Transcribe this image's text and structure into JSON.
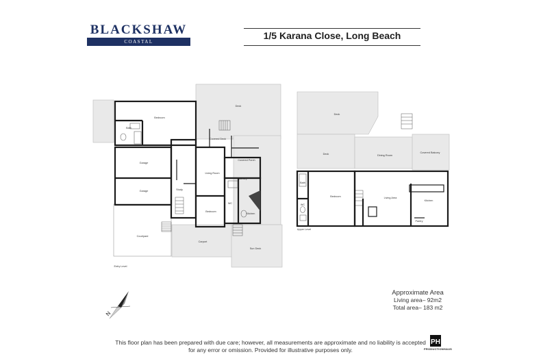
{
  "brand": {
    "name": "BLACKSHAW",
    "tagline": "COASTAL",
    "navy": "#1e3163"
  },
  "property": {
    "address": "1/5 Karana Close, Long Beach"
  },
  "lower_floor": {
    "labels": {
      "bedroom_top": "Bedroom",
      "bath": "Bath",
      "garage_1": "Garage",
      "garage_2": "Garage",
      "laundry": "Laundry",
      "study": "Study",
      "wc": "WC",
      "living_room": "Living Room",
      "bedroom_lower": "Bedroom",
      "kitchen": "Kitchen",
      "covered_deck": "Covered Deck",
      "courtyard": "Courtyard",
      "covered_porch": "Covered Porch",
      "carport": "Carport",
      "sun_deck": "Sun Deck",
      "deck": "Deck",
      "level": "Entry Level"
    }
  },
  "upper_floor": {
    "labels": {
      "deck_top": "Deck",
      "deck_left": "Deck",
      "dining_room": "Dining Room",
      "covered_balcony": "Covered Balcony",
      "bath": "Bath",
      "wc": "WC",
      "bedroom": "Bedroom",
      "kitchen": "Kitchen",
      "living_area": "Living Area",
      "pantry": "Pantry",
      "level": "Upper Level"
    }
  },
  "area": {
    "heading": "Approximate Area",
    "living": "Living area– 92m2",
    "total": "Total area– 183 m2"
  },
  "disclaimer": {
    "line1": "This floor plan has been prepared with due care; however, all measurements are approximate and no liability is accepted",
    "line2": "for any error or omission. Provided for illustrative purposes only."
  },
  "compass": {
    "letter": "N"
  },
  "producer": {
    "mark": "PH",
    "name": "PRODUCTIONHAUS"
  },
  "colors": {
    "wall": "#1a1a1a",
    "exterior_fill": "#e9e9e9",
    "room_fill": "#ffffff",
    "title_text": "#1f1f1f"
  }
}
